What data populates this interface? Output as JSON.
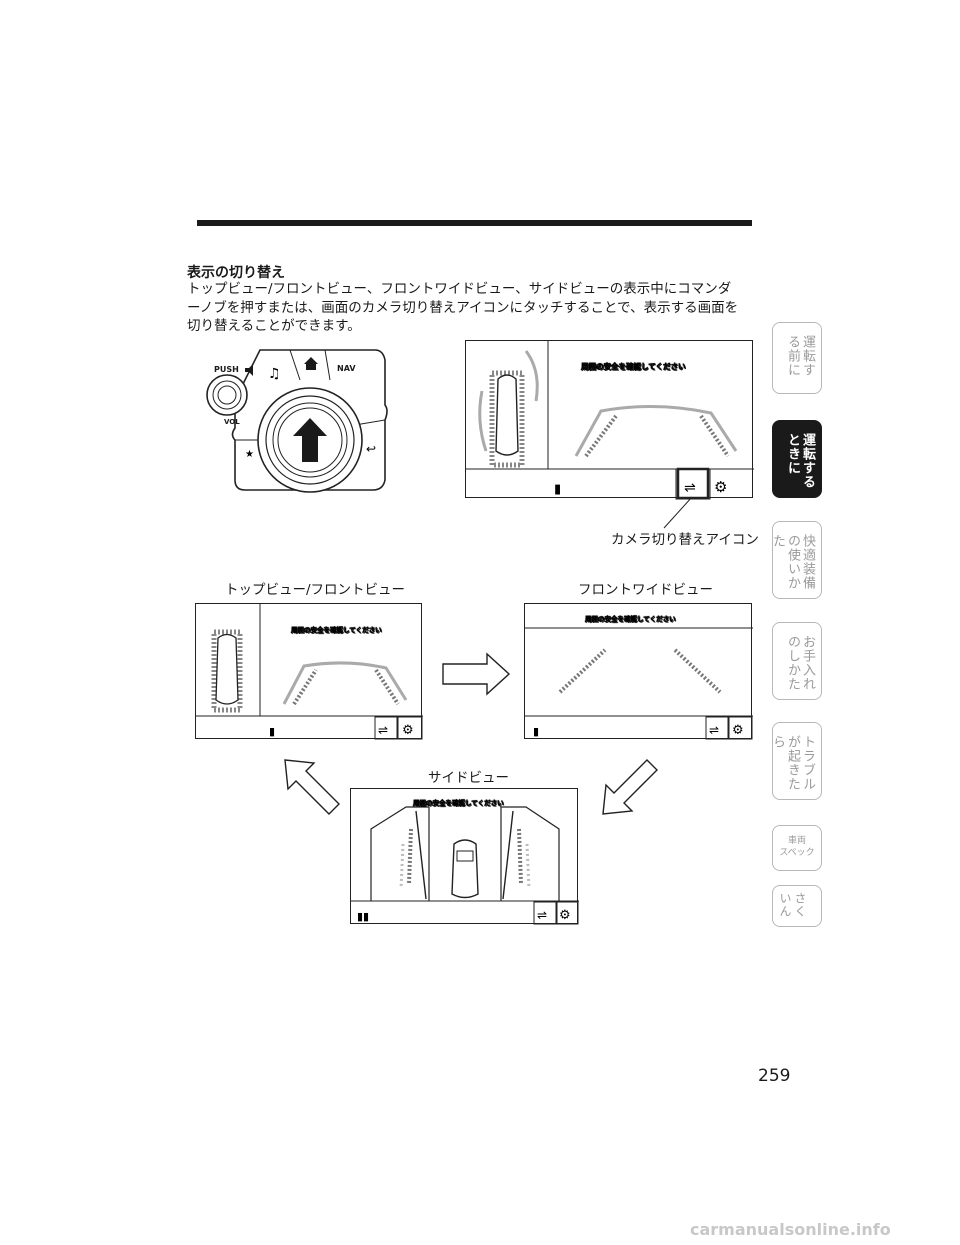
{
  "section": {
    "heading": "表示の切り替え",
    "paragraph_lines": [
      "トップビュー/フロントビュー、フロントワイドビュー、サイドビューの表示中にコマンダ",
      "ーノブを押すまたは、画面のカメラ切り替えアイコンにタッチすることで、表示する画面を",
      "切り替えることができます。"
    ]
  },
  "commander": {
    "push_label": "PUSH",
    "vol_label": "VOL",
    "nav_label": "NAV"
  },
  "screen_banner": "周囲の安全を確認してください",
  "callout_label": "カメラ切り替えアイコン",
  "views": {
    "top_front": "トップビュー/フロントビュー",
    "front_wide": "フロントワイドビュー",
    "side": "サイドビュー"
  },
  "side_tabs": [
    {
      "label": "運転する前に",
      "active": false
    },
    {
      "label": "運転するときに",
      "active": true
    },
    {
      "label": "快適装備の使いかた",
      "active": false
    },
    {
      "label": "お手入れのしかた",
      "active": false
    },
    {
      "label": "トラブルが起きたら",
      "active": false
    },
    {
      "label_line1": "車両",
      "label_line2": "スペック",
      "active": false
    },
    {
      "label": "さくいん",
      "active": false
    }
  ],
  "page_number": "259",
  "footer_watermark": "carmanualsonline.info"
}
